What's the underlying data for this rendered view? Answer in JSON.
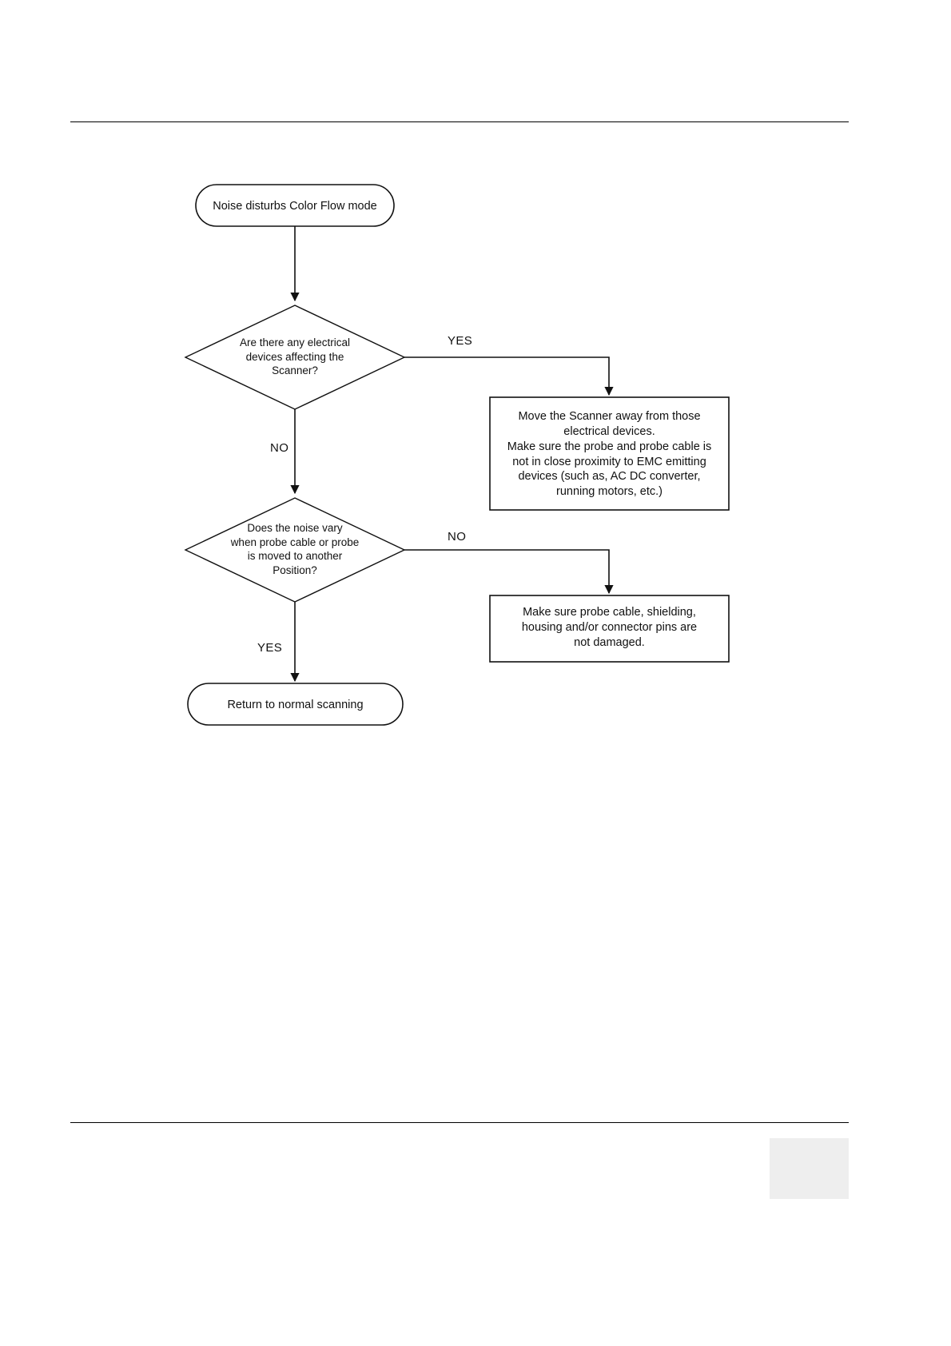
{
  "page": {
    "title": "Color Flow mode noise troubleshooting flowchart",
    "footer_block_color": "#eeeeee",
    "rule_color": "#000000"
  },
  "flowchart": {
    "type": "flowchart",
    "orientation": "top-down",
    "nodes": [
      {
        "id": "start",
        "shape": "terminal",
        "text": "Noise disturbs Color Flow mode"
      },
      {
        "id": "decision1",
        "shape": "decision",
        "text": "Are there any electrical\ndevices affecting the\nScanner?"
      },
      {
        "id": "action1",
        "shape": "process",
        "text": "Move the Scanner away from those\nelectrical devices.\nMake sure the probe and probe cable is\nnot in close proximity to EMC emitting\ndevices (such as, AC DC converter,\nrunning motors, etc.)"
      },
      {
        "id": "decision2",
        "shape": "decision",
        "text": "Does the noise vary\nwhen probe cable or probe\nis moved to another\nPosition?"
      },
      {
        "id": "action2",
        "shape": "process",
        "text": "Make sure probe cable, shielding,\nhousing and/or connector pins are\nnot damaged."
      },
      {
        "id": "end",
        "shape": "terminal",
        "text": "Return to normal scanning"
      }
    ],
    "edges": [
      {
        "id": "e1",
        "from": "start",
        "to": "decision1",
        "label": ""
      },
      {
        "id": "e2",
        "from": "decision1",
        "to": "action1",
        "label": "YES"
      },
      {
        "id": "e3",
        "from": "decision1",
        "to": "decision2",
        "label": "NO"
      },
      {
        "id": "e4",
        "from": "decision2",
        "to": "action2",
        "label": "NO"
      },
      {
        "id": "e5",
        "from": "decision2",
        "to": "end",
        "label": "YES"
      }
    ],
    "labels": {
      "yes_top": "YES",
      "no_left": "NO",
      "no_mid": "NO",
      "yes_bottom": "YES"
    }
  }
}
